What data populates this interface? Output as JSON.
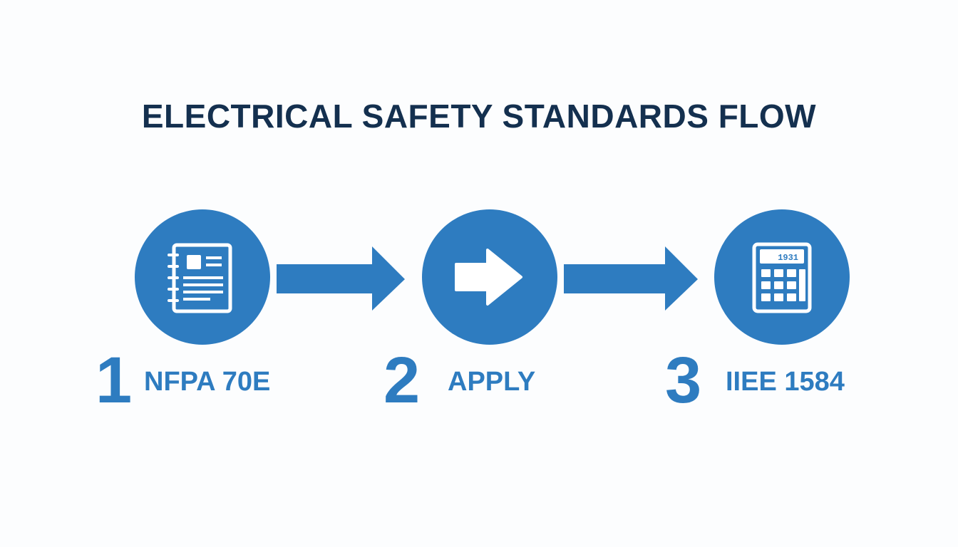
{
  "title": "ELECTRICAL SAFETY STANDARDS FLOW",
  "colors": {
    "accent": "#2e7cc0",
    "title": "#14304f",
    "background": "#fcfdfe"
  },
  "steps": [
    {
      "number": "1",
      "label": "NFPA 70E",
      "icon": "document-icon"
    },
    {
      "number": "2",
      "label": "APPLY",
      "icon": "arrow-right-icon"
    },
    {
      "number": "3",
      "label": "IIEE 1584",
      "icon": "calculator-icon",
      "display": "1931"
    }
  ]
}
